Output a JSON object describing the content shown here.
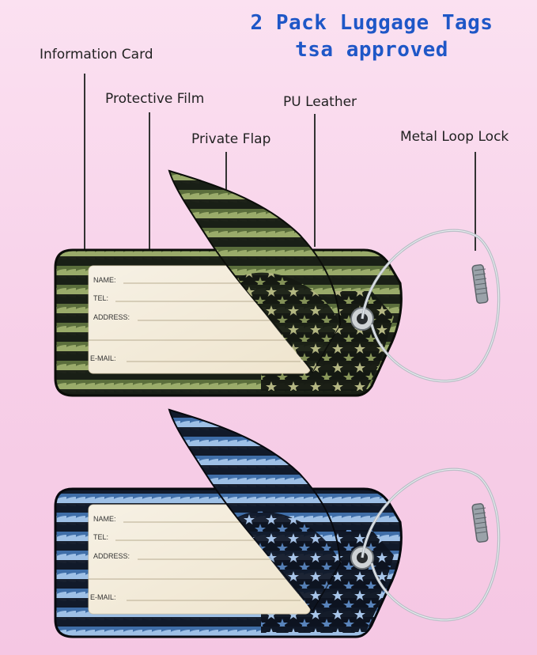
{
  "header": {
    "line1": "2 Pack Luggage Tags",
    "line2": "tsa approved"
  },
  "callouts": {
    "information_card": "Information Card",
    "protective_film": "Protective Film",
    "private_flap": "Private Flap",
    "pu_leather": "PU Leather",
    "metal_loop_lock": "Metal Loop Lock"
  },
  "card_fields": {
    "name": "NAME:",
    "tel": "TEL:",
    "address": "ADDRESS:",
    "email": "E-MAIL:"
  },
  "colors": {
    "title": "#1f57c7",
    "green_camo": "#6f8a4c",
    "blue_camo": "#4a79b3",
    "card": "#ece0c5"
  }
}
